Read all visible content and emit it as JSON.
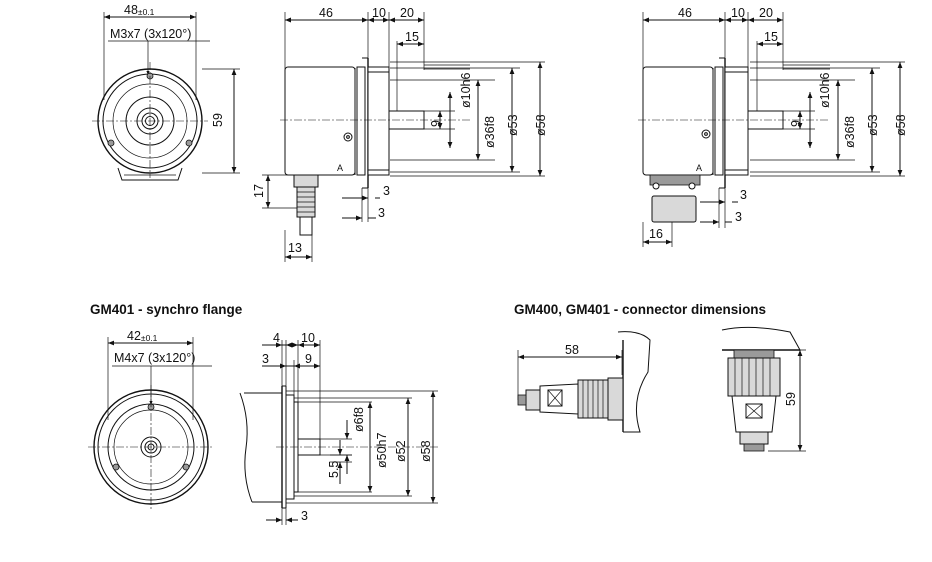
{
  "headings": {
    "synchro": "GM401 - synchro flange",
    "connector": "GM400, GM401 - connector dimensions"
  },
  "front_top": {
    "width_main": "48",
    "width_tol": "±0.1",
    "thread": "M3x7 (3x120°)",
    "height": "59"
  },
  "side_top_left": {
    "d46": "46",
    "d10": "10",
    "d20": "20",
    "d15": "15",
    "d9": "9",
    "shaft": "ø10h6",
    "spigot": "ø36f8",
    "bc": "ø53",
    "od": "ø58",
    "d17": "17",
    "d3a": "3",
    "d3b": "3",
    "d13": "13"
  },
  "side_top_right": {
    "d46": "46",
    "d10": "10",
    "d20": "20",
    "d15": "15",
    "d9": "9",
    "shaft": "ø10h6",
    "spigot": "ø36f8",
    "bc": "ø53",
    "od": "ø58",
    "d3a": "3",
    "d3b": "3",
    "d16": "16"
  },
  "front_synchro": {
    "width_main": "42",
    "width_tol": "±0.1",
    "thread": "M4x7 (3x120°)"
  },
  "side_synchro": {
    "d4": "4",
    "d10": "10",
    "d3": "3",
    "d9": "9",
    "shaft": "ø6f8",
    "d55": "5.5",
    "spigot": "ø50h7",
    "d52": "ø52",
    "od": "ø58",
    "d3b": "3"
  },
  "connector": {
    "length": "58",
    "height": "59"
  }
}
